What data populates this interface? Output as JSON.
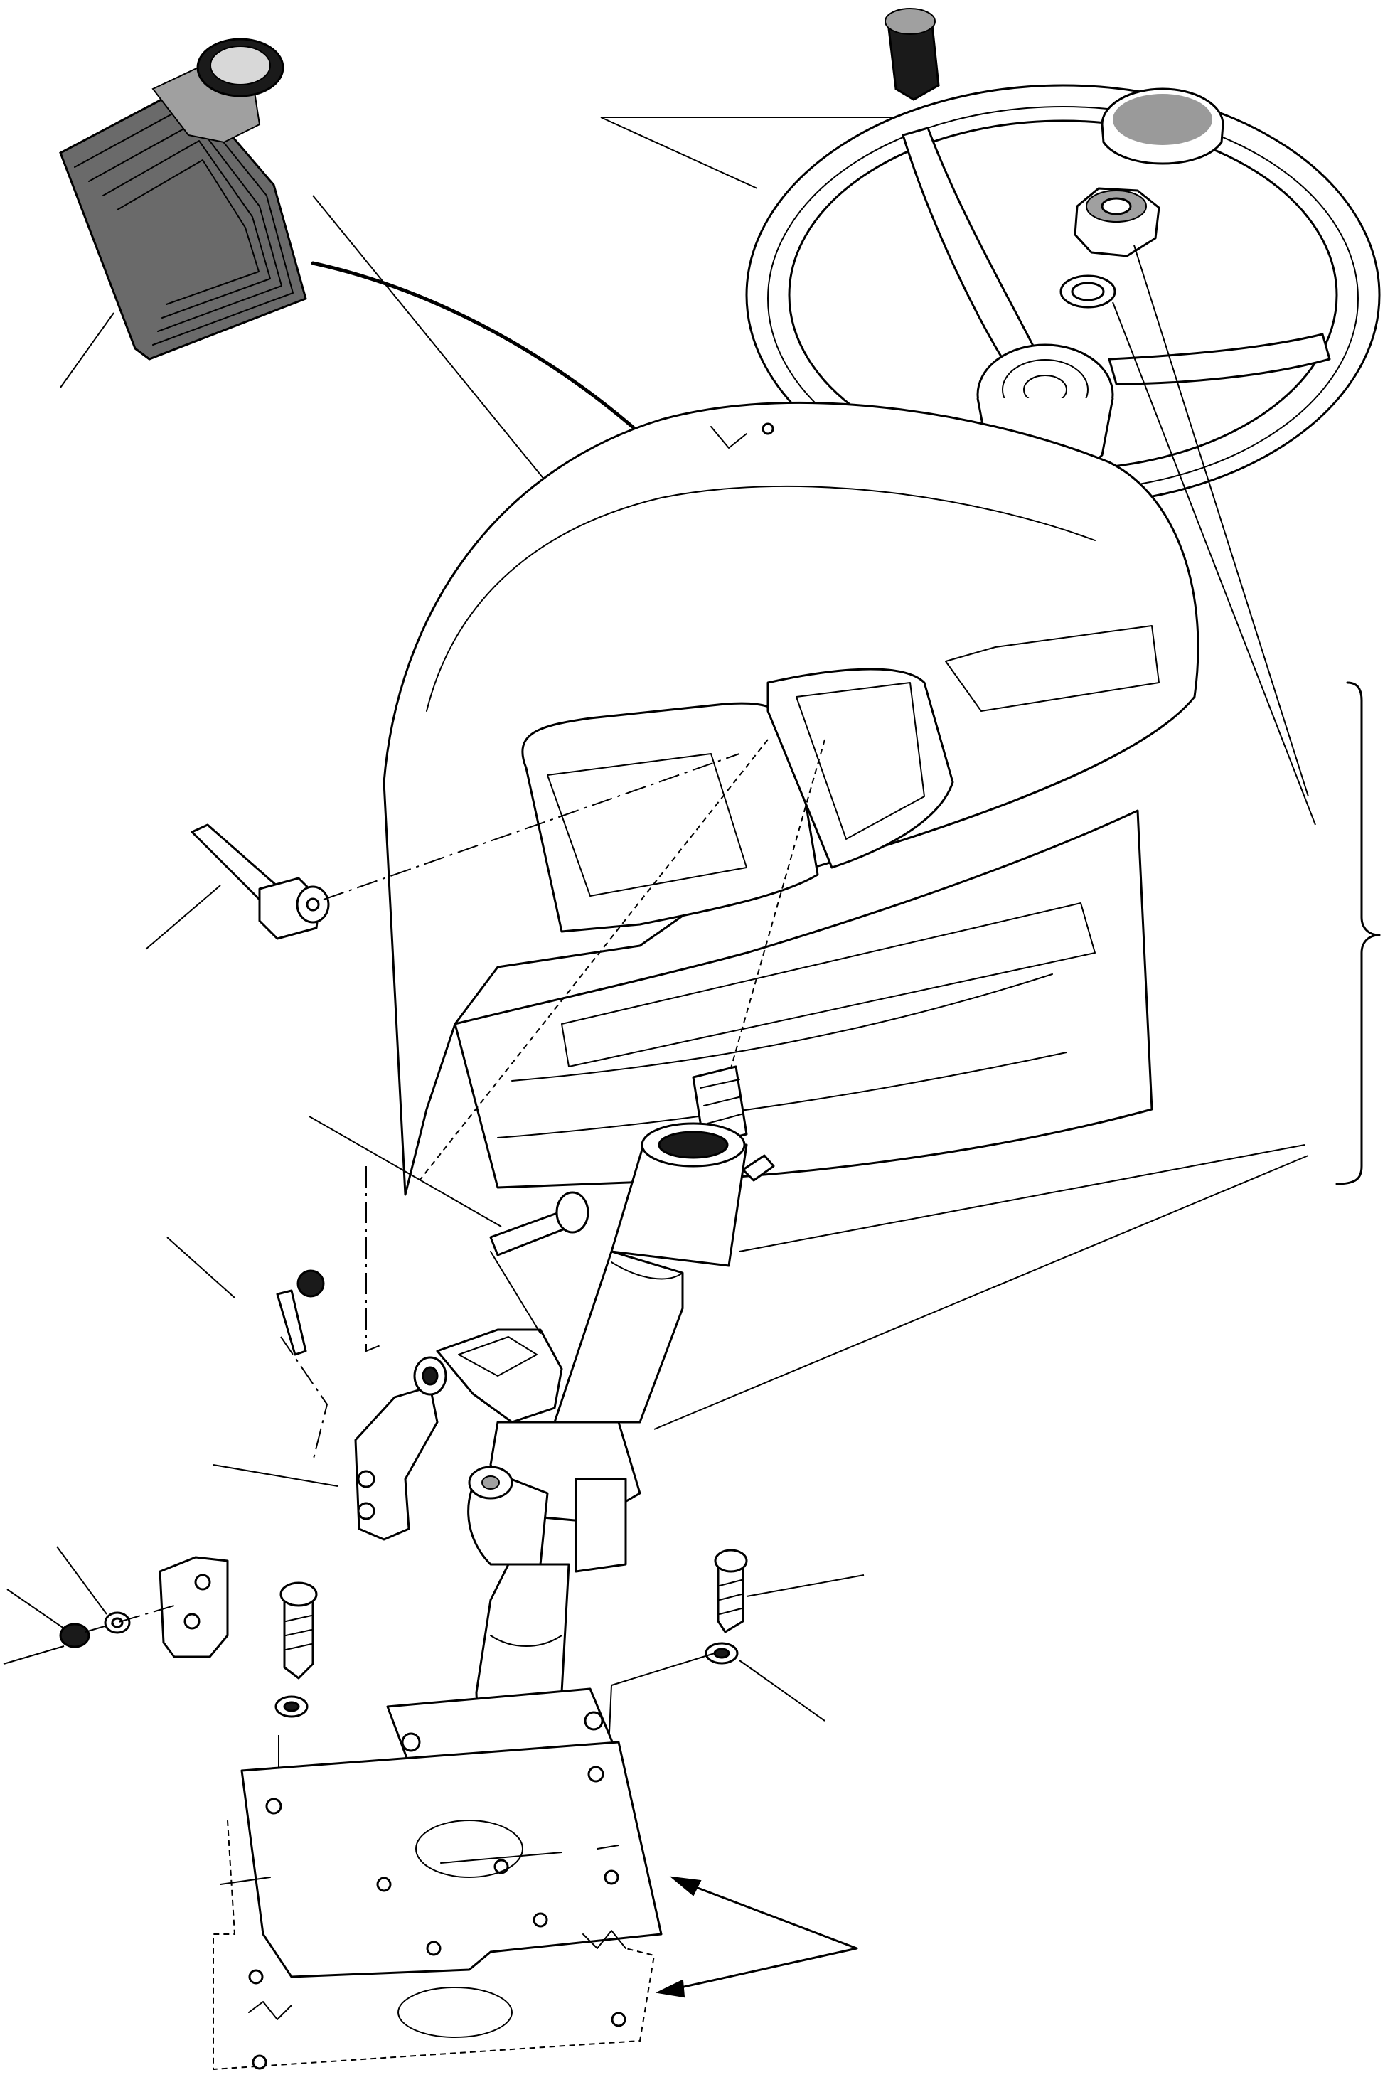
{
  "diagram": {
    "colors": {
      "stroke": "#000000",
      "background": "#ffffff",
      "rubber_dark": "#1a1a1a",
      "rubber_mid": "#6a6a6a"
    },
    "parts": [
      "gear-lever-boot",
      "steering-wheel",
      "horn-button-cap",
      "steering-wheel-nut",
      "steering-wheel-washer",
      "spinner-knob",
      "dashboard-cowl",
      "tilt-lock-lever",
      "steering-column",
      "column-bracket",
      "mounting-plate",
      "base-flange",
      "column-screws",
      "bracket-nut",
      "bracket-washer",
      "floor-plate",
      "assembly-brace"
    ]
  }
}
